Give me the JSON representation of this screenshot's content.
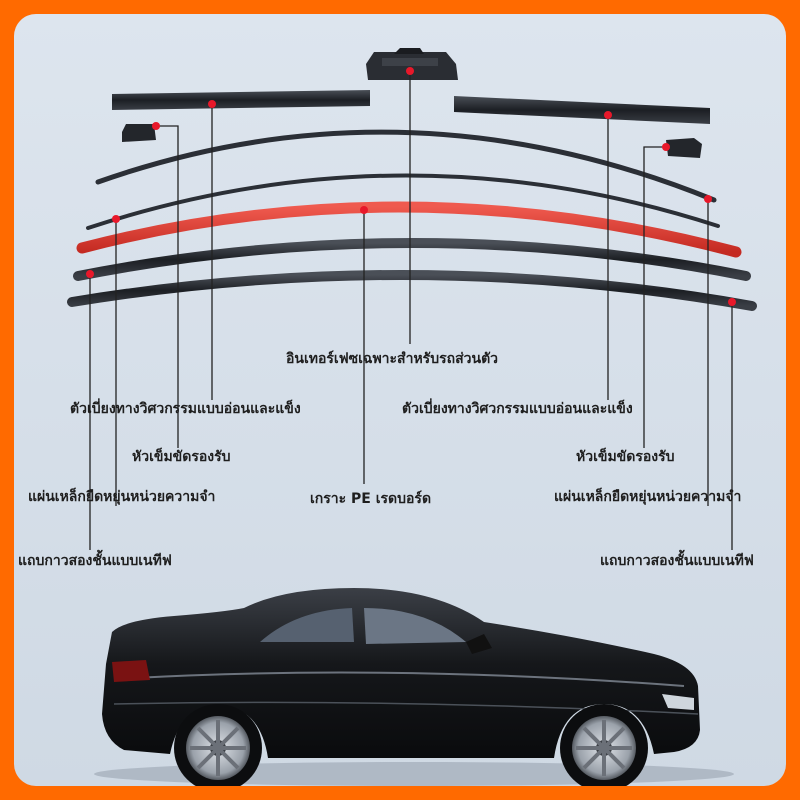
{
  "labels": {
    "center_top": "อินเทอร์เฟซเฉพาะสำหรับรถส่วนตัว",
    "spoiler_left": "ตัวเบี่ยงทางวิศวกรรมแบบอ่อนและแข็ง",
    "spoiler_right": "ตัวเบี่ยงทางวิศวกรรมแบบอ่อนและแข็ง",
    "cap_left": "หัวเข็มขัดรองรับ",
    "cap_right": "หัวเข็มขัดรองรับ",
    "steel_left": "แผ่นเหล็กยืดหยุ่นหน่วยความจำ",
    "steel_right": "แผ่นเหล็กยืดหยุ่นหน่วยความจำ",
    "pe": "เกราะ PE เรดบอร์ด",
    "tape_left": "แถบกาวสองชั้นแบบเนทีฟ",
    "tape_right": "แถบกาวสองชั้นแบบเนทีฟ"
  },
  "colors": {
    "border": "#ff6a00",
    "marker": "#e8182a",
    "strip": "#2b2f36",
    "red_strip": "#d93a30"
  },
  "icons": [
    "wiper-adapter-icon",
    "end-cap-icon",
    "car-illustration"
  ]
}
